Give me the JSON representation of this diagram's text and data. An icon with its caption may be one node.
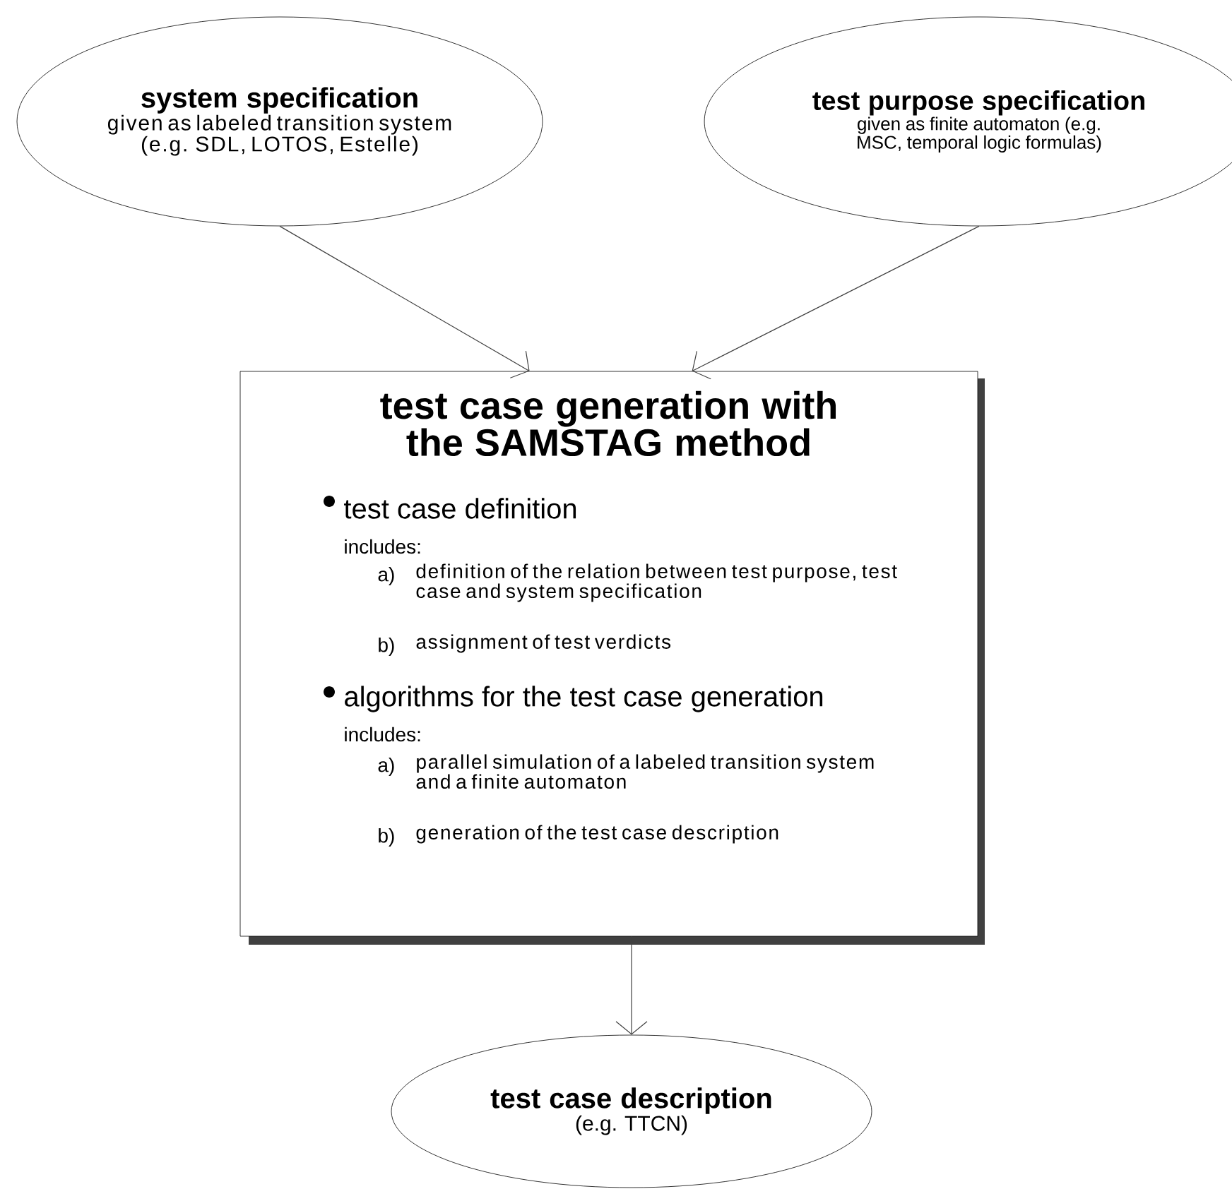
{
  "diagram": {
    "nodes": [
      {
        "text": [
          "system specification",
          "given as labeled transition system (e.g. SDL, LOTOS, Estelle)"
        ]
      },
      {
        "text": [
          "test purpose specification",
          "given as finite automaton (e.g. MSC, temporal logic formulas)"
        ]
      },
      {
        "text": [
          "test case generation with the SAMSTAG method",
          "test case definition",
          "includes:",
          "a)",
          "definition of the relation between test purpose, test case and system specification",
          "b)",
          "assignment of test verdicts",
          "algorithms for the test case generation",
          "includes:",
          "a)",
          "parallel simulation of a labeled transition system and a finite automaton",
          "b)",
          "generation of the test case description"
        ]
      },
      {
        "text": [
          "test case description",
          "(e.g. TTCN)"
        ]
      }
    ],
    "edges": [
      {
        "from": 0,
        "to": 2,
        "arrow": "to"
      },
      {
        "from": 1,
        "to": 2,
        "arrow": "to"
      },
      {
        "from": 2,
        "to": 3,
        "arrow": "to"
      }
    ]
  }
}
